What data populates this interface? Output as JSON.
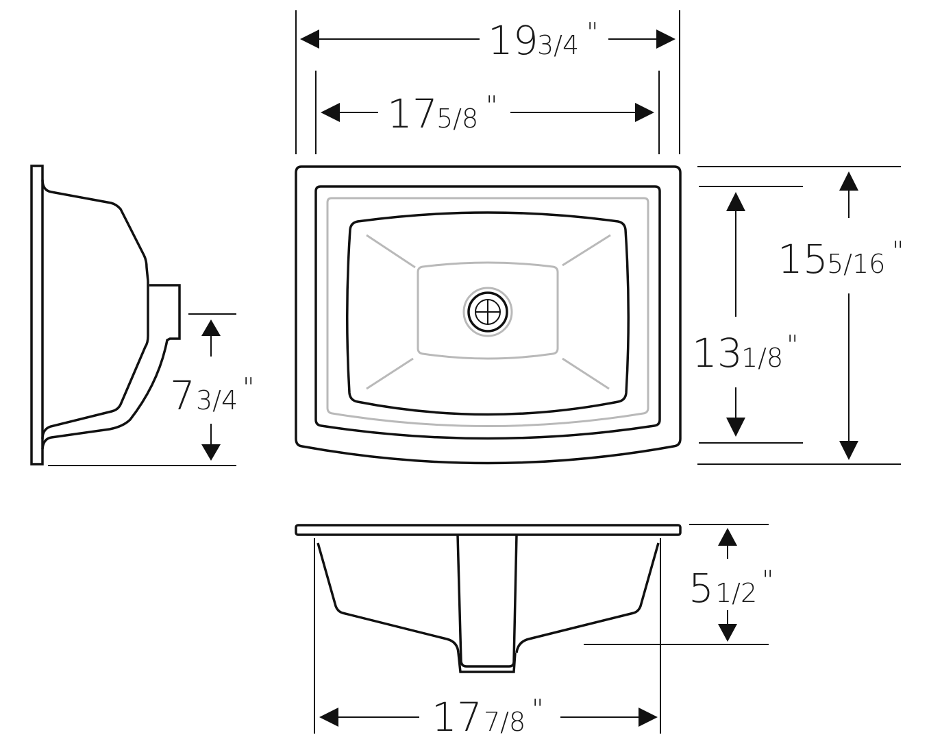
{
  "dimensions": {
    "overall_width": {
      "whole": "19",
      "fraction": "3/4",
      "unit": "\""
    },
    "bowl_width": {
      "whole": "17",
      "fraction": "5/8",
      "unit": "\""
    },
    "overall_depth": {
      "whole": "15",
      "fraction": "5/16",
      "unit": "\""
    },
    "bowl_depth": {
      "whole": "13",
      "fraction": "1/8",
      "unit": "\""
    },
    "side_depth": {
      "whole": "7",
      "fraction": "3/4",
      "unit": "\""
    },
    "bowl_height": {
      "whole": "5",
      "fraction": "1/2",
      "unit": "\""
    },
    "bottom_width": {
      "whole": "17",
      "fraction": "7/8",
      "unit": "\""
    }
  }
}
